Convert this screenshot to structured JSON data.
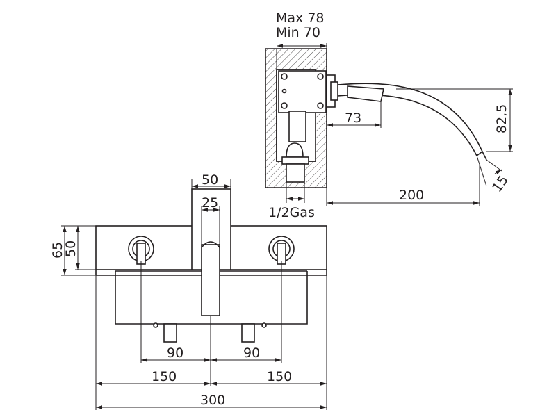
{
  "dims": {
    "max_depth": "Max 78",
    "min_depth": "Min 70",
    "spout_projection_73": "73",
    "spout_drop": "82,5",
    "outlet_size": "15",
    "spout_reach": "200",
    "connection": "1/2Gas",
    "body_depth_outer": "50",
    "body_depth_inner": "25",
    "plate_height": "65",
    "plate_inner_height": "50",
    "handle_spacing_left": "90",
    "handle_spacing_right": "90",
    "half_width_left": "150",
    "half_width_right": "150",
    "total_width": "300"
  }
}
